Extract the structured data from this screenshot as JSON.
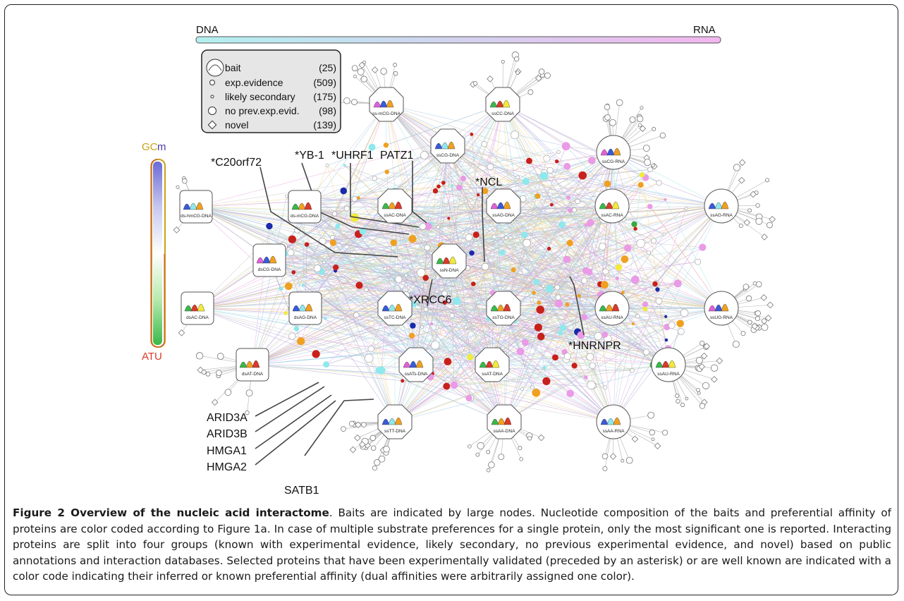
{
  "figure": {
    "gradient_bar": {
      "left_label": "DNA",
      "right_label": "RNA"
    },
    "color_scale": {
      "top_label_gc": "GC",
      "top_label_m": "m",
      "bottom_label": "ATU"
    },
    "legend": [
      {
        "label": "bait",
        "count": "(25)",
        "icon": "bait-circle"
      },
      {
        "label": "exp.evidence",
        "count": "(509)",
        "icon": "small-circle"
      },
      {
        "label": "likely secondary",
        "count": "(175)",
        "icon": "tiny-circle"
      },
      {
        "label": "no prev.exp.evid.",
        "count": "(98)",
        "icon": "large-circle"
      },
      {
        "label": "novel",
        "count": "(139)",
        "icon": "diamond"
      }
    ],
    "baits": [
      {
        "label": "ds-hmCG-DNA"
      },
      {
        "label": "ds-mCG-DNA"
      },
      {
        "label": "dsCG-DNA"
      },
      {
        "label": "dsAC-DNA"
      },
      {
        "label": "dsAG-DNA"
      },
      {
        "label": "dsAT-DNA"
      },
      {
        "label": "ss-mCG-DNA"
      },
      {
        "label": "ssCC-DNA"
      },
      {
        "label": "ssCG-DNA"
      },
      {
        "label": "ssAC-DNA"
      },
      {
        "label": "ssAG-DNA"
      },
      {
        "label": "ssN-DNA"
      },
      {
        "label": "ssTC-DNA"
      },
      {
        "label": "ssTG-DNA"
      },
      {
        "label": "ssATs-DNA"
      },
      {
        "label": "ssAT-DNA"
      },
      {
        "label": "ssTT-DNA"
      },
      {
        "label": "ssAA-DNA"
      },
      {
        "label": "ssCG-RNA"
      },
      {
        "label": "ssAC-RNA"
      },
      {
        "label": "ssAG-RNA"
      },
      {
        "label": "ssAU-RNA"
      },
      {
        "label": "ssUG-RNA"
      },
      {
        "label": "ssAU-RNA"
      },
      {
        "label": "ssAA-RNA"
      }
    ],
    "protein_labels": [
      {
        "text": "*C20orf72"
      },
      {
        "text": "*YB-1"
      },
      {
        "text": "*UHRF1"
      },
      {
        "text": "PATZ1"
      },
      {
        "text": "*NCL"
      },
      {
        "text": "*XRCC6"
      },
      {
        "text": "*HNRNPR"
      },
      {
        "text": "ARID3A"
      },
      {
        "text": "ARID3B"
      },
      {
        "text": "HMGA1"
      },
      {
        "text": "HMGA2"
      },
      {
        "text": "SATB1"
      }
    ],
    "colors": {
      "gradient_dna": "#b3f0ef",
      "gradient_rna": "#f2b6ee",
      "gc": "#c6a21a",
      "atu": "#d93a2a",
      "red_node": "#c8201a",
      "orange_node": "#f0a020",
      "cyan_node": "#8ee8ec",
      "pink_node": "#ea9ae6",
      "blue_node": "#1a2aa8",
      "yellow_node": "#f2ea3a"
    }
  },
  "caption": {
    "title": "Figure 2 Overview of the nucleic acid interactome",
    "body": ". Baits are indicated by large nodes. Nucleotide composition of the baits and preferential affinity of proteins are color coded according to Figure 1a. In case of multiple substrate preferences for a single protein, only the most significant one is reported. Interacting proteins are split into four groups (known with experimental evidence, likely secondary, no previous experimental evidence, and novel) based on public annotations and interaction databases. Selected proteins that have been experimentally validated (preceded by an asterisk) or are well known are indicated with a color code indicating their inferred or known preferential affinity (dual affinities were arbitrarily assigned one color)."
  }
}
